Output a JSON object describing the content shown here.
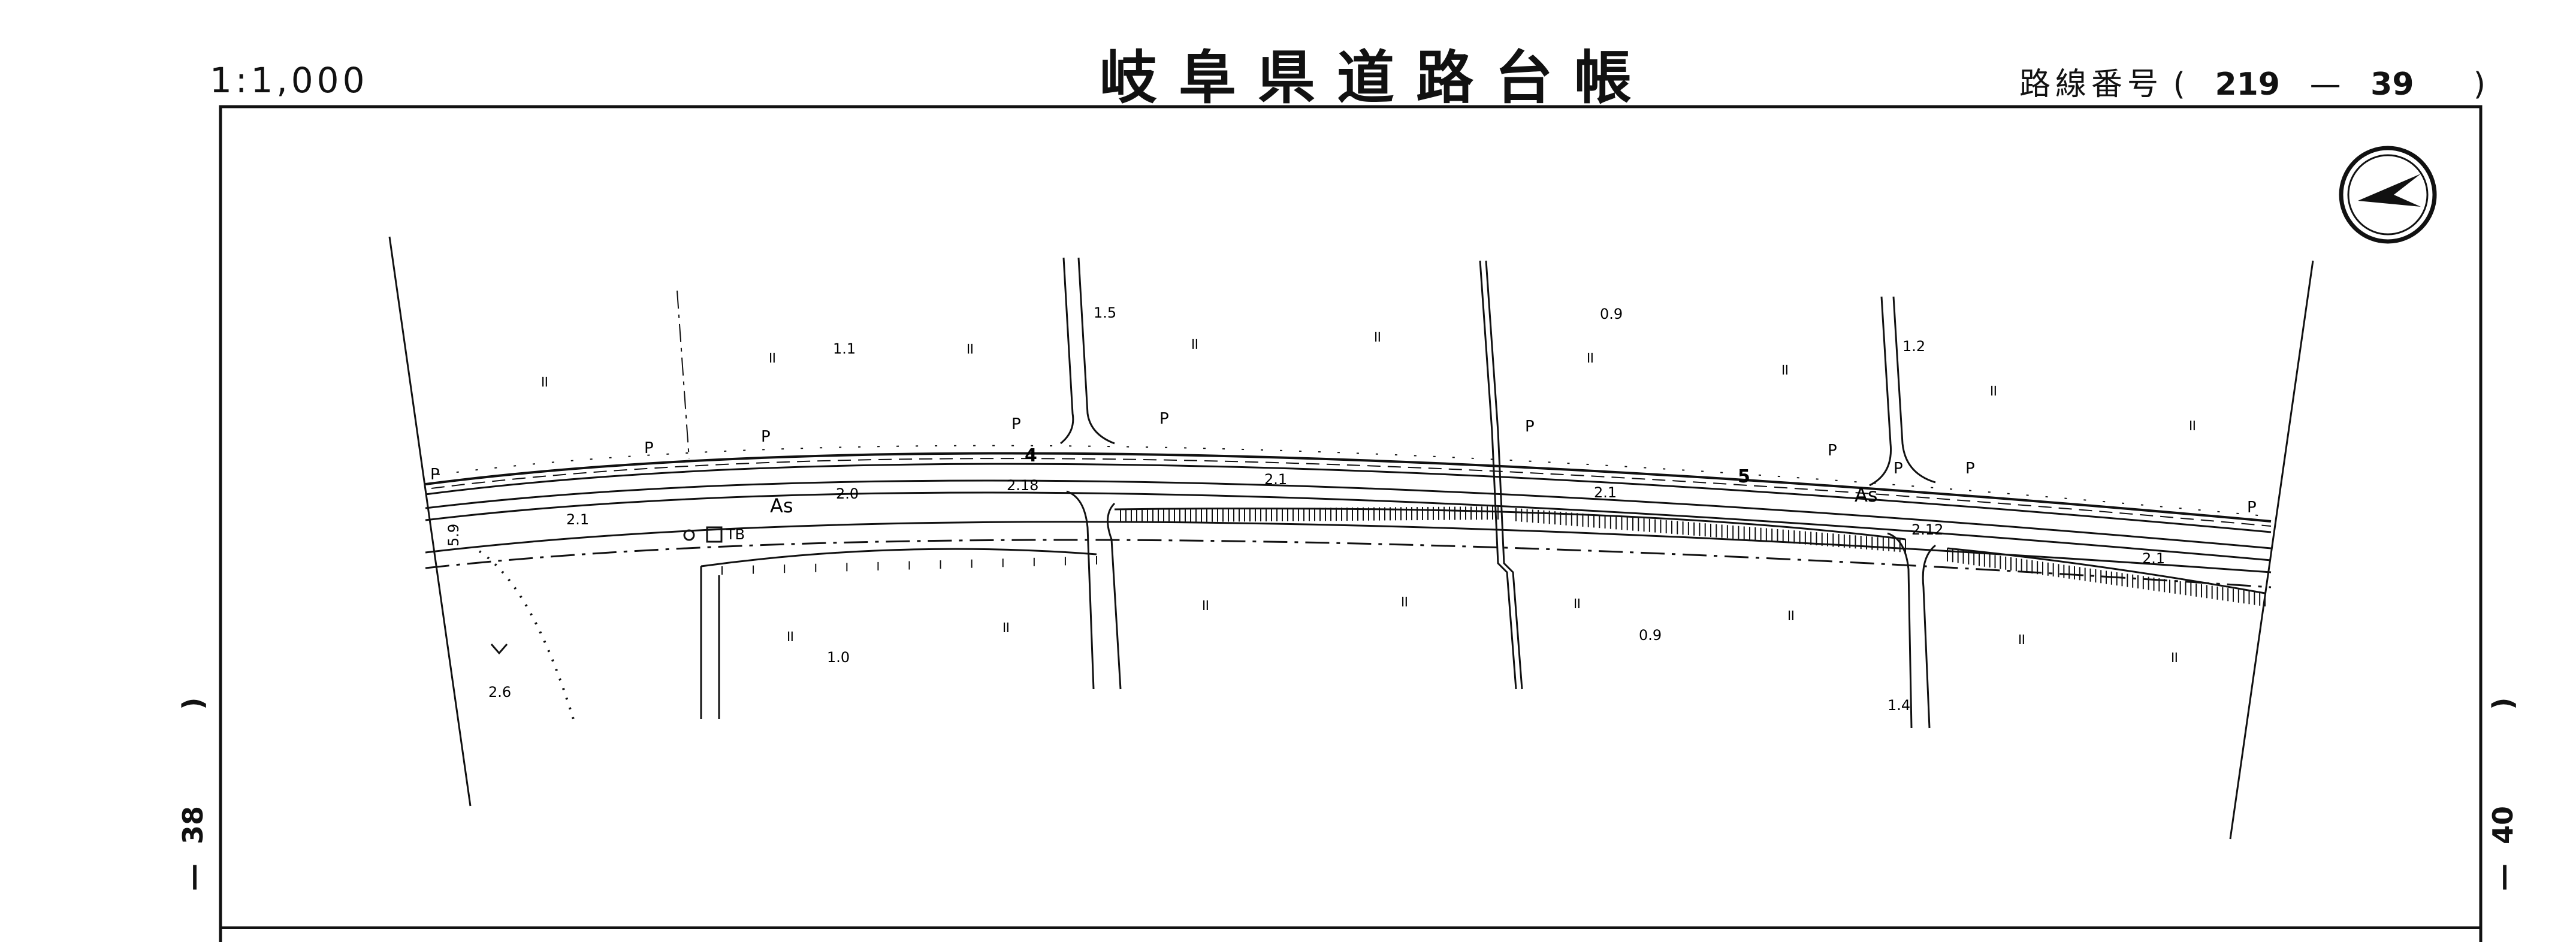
{
  "header": {
    "scale": "1:1,000",
    "title": "岐阜県道路台帳",
    "route_label": "路線番号",
    "route_open": "(",
    "route_number": "219",
    "route_dash": "—",
    "route_sub": "39",
    "route_close": ")"
  },
  "side_labels": {
    "left": "38",
    "right": "40",
    "paren": ")",
    "dash": "—"
  },
  "map": {
    "station_marks": [
      "4",
      "5"
    ],
    "pavement_labels": [
      "As",
      "As"
    ],
    "width_label": "5.9",
    "facility_label": "TB",
    "road_widths": [
      "2.1",
      "2.0",
      "2.18",
      "2.1",
      "2.1",
      "2.12",
      "2.1"
    ],
    "elevations": [
      "1.1",
      "1.5",
      "0.9",
      "1.2",
      "1.0",
      "0.9",
      "1.4",
      "2.6"
    ],
    "pole_marks": [
      "P",
      "P",
      "P",
      "P",
      "P",
      "P",
      "P",
      "P",
      "P",
      "P"
    ],
    "paddy_symbol": "॥",
    "north_arrow": "north-arrow-icon"
  }
}
